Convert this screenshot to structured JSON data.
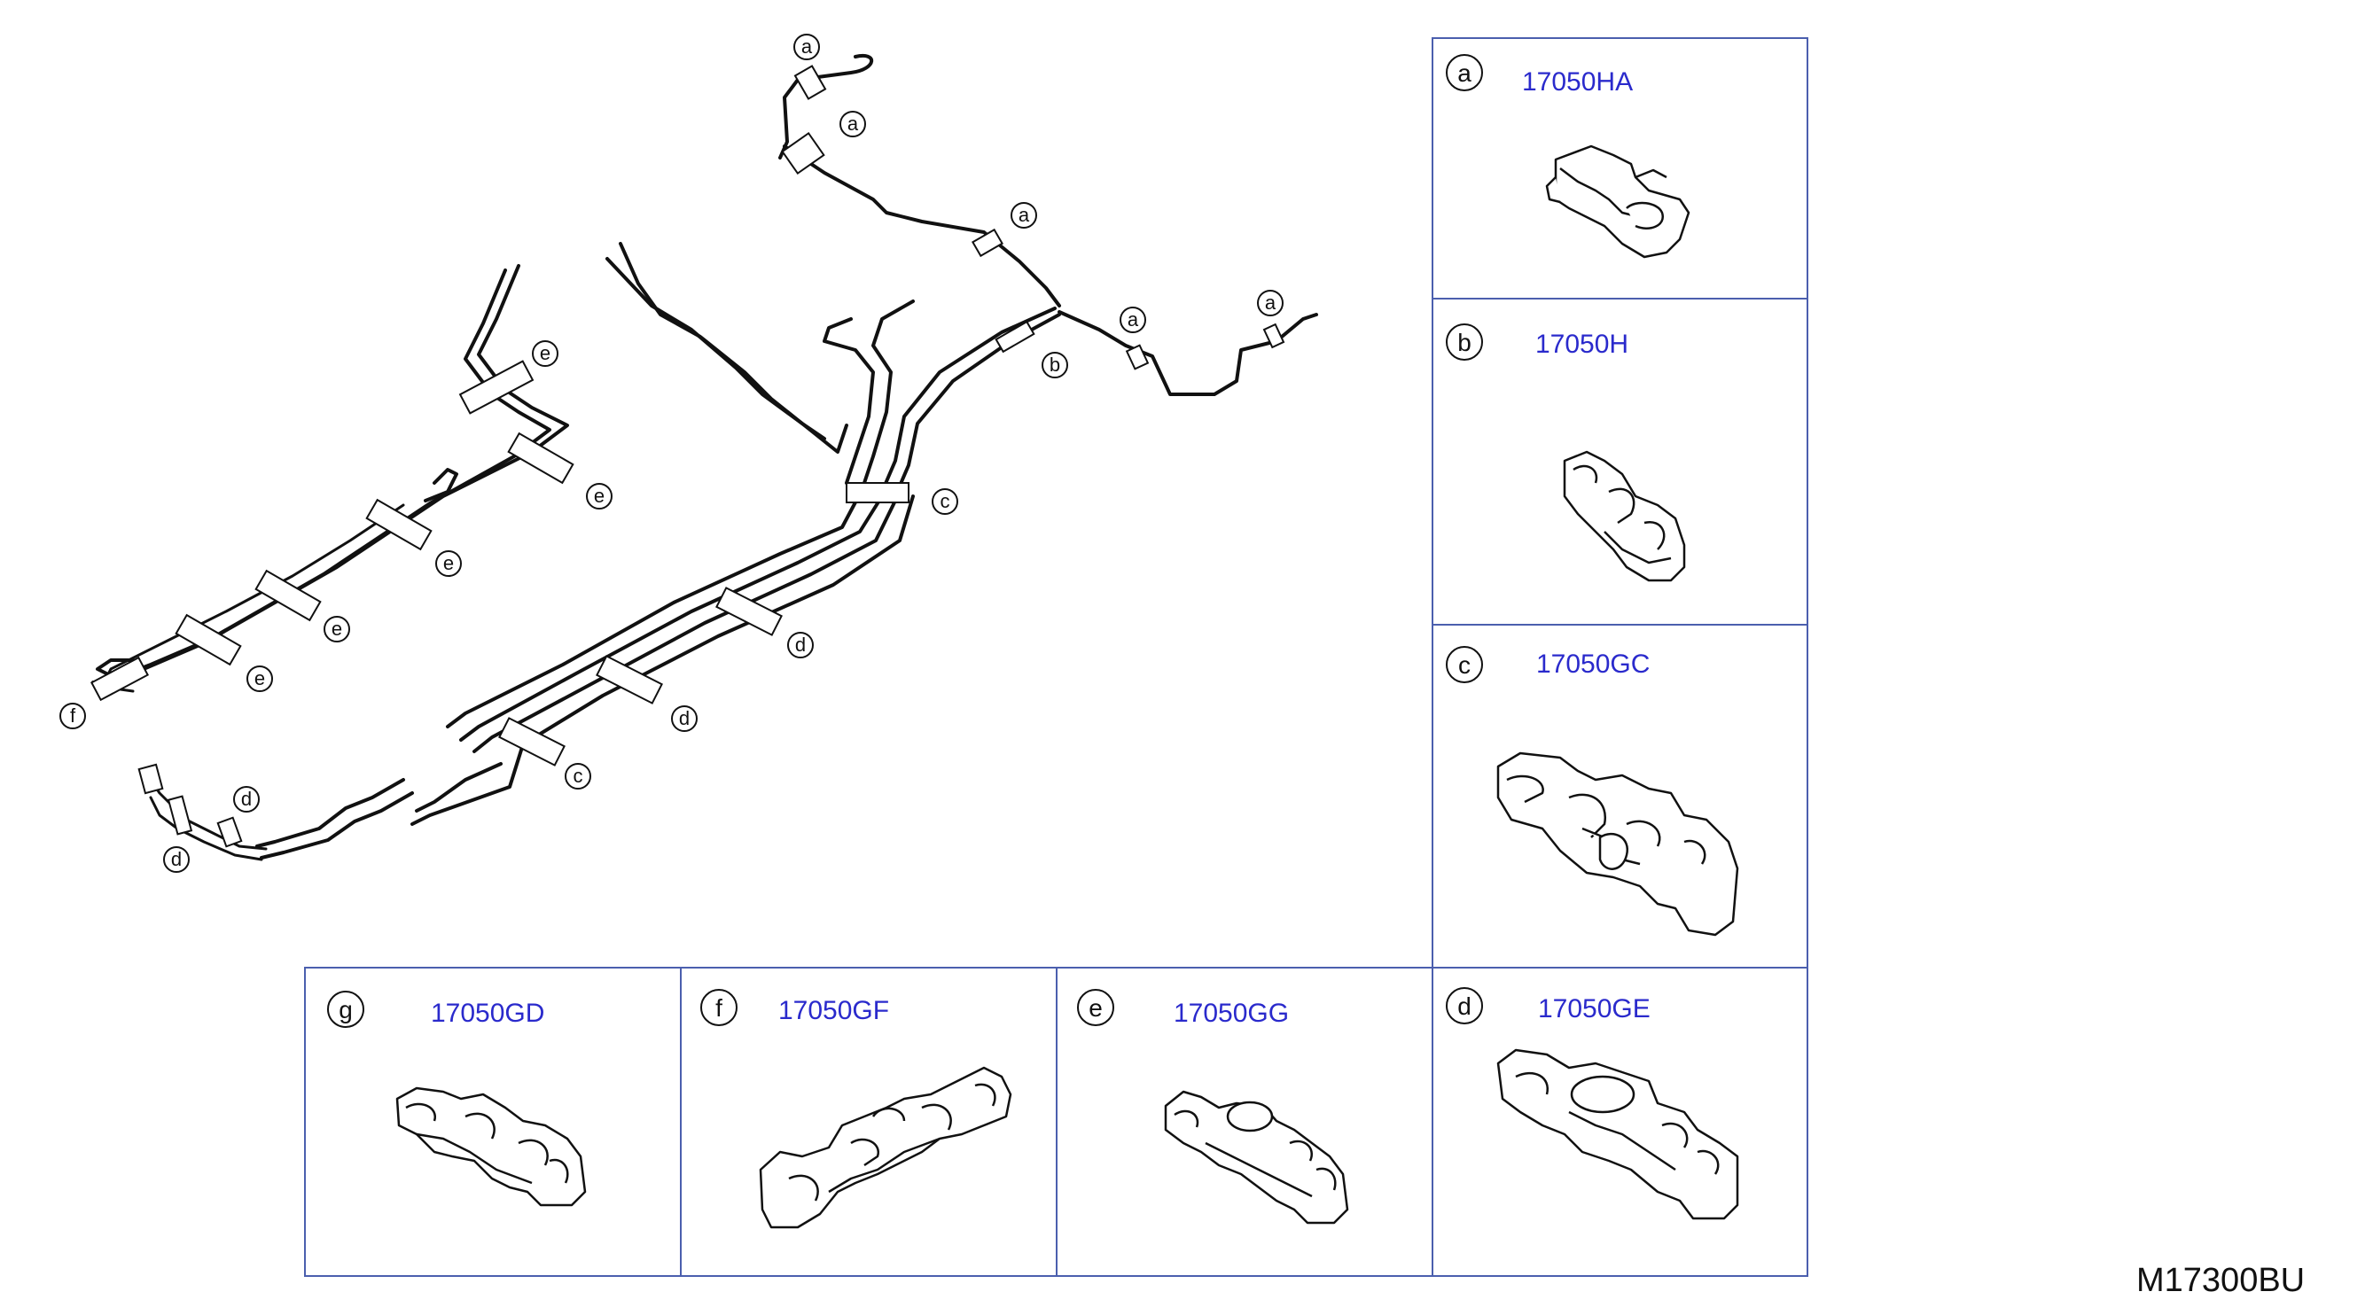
{
  "diagram_code": "M17300BU",
  "callouts": [
    "a",
    "a",
    "a",
    "a",
    "a",
    "b",
    "c",
    "c",
    "d",
    "d",
    "d",
    "d",
    "e",
    "e",
    "e",
    "e",
    "e",
    "f"
  ],
  "parts": [
    {
      "letter": "a",
      "part_number": "17050HA"
    },
    {
      "letter": "b",
      "part_number": "17050H"
    },
    {
      "letter": "c",
      "part_number": "17050GC"
    },
    {
      "letter": "d",
      "part_number": "17050GE"
    },
    {
      "letter": "g",
      "part_number": "17050GD"
    },
    {
      "letter": "f",
      "part_number": "17050GF"
    },
    {
      "letter": "e",
      "part_number": "17050GG"
    }
  ],
  "colors": {
    "part_number": "#2a2acc",
    "box_border": "#4b5fae",
    "line": "#111111"
  }
}
